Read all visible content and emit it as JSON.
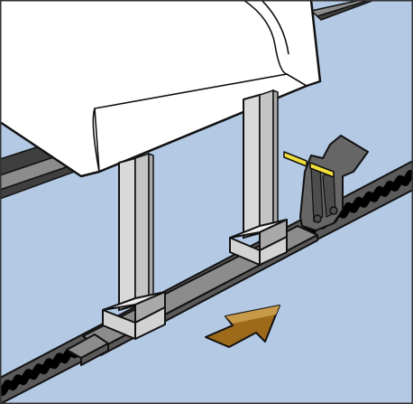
{
  "figure": {
    "colors": {
      "background": "#b3c9e4",
      "outline": "#111111",
      "machine": "#ffffff",
      "post_light": "#d9d9d9",
      "post_mid": "#c4c4c4",
      "post_dark": "#a9a9a9",
      "cap_top": "#ededed",
      "cap_front": "#d3d3d3",
      "rail_top": "#8c8c8c",
      "rail_side": "#5a5a5a",
      "rail_dark": "#3f3f3f",
      "latch": "#666666",
      "latch_dark": "#4d4d4d",
      "yellow": "#f2e03a",
      "arrow": "#9c6a1a",
      "arrow_light": "#c79a4a"
    },
    "arrow_direction": "push-right-into-slot",
    "icons": [
      "mounting-rail",
      "support-post",
      "latch-lever",
      "direction-arrow"
    ]
  }
}
